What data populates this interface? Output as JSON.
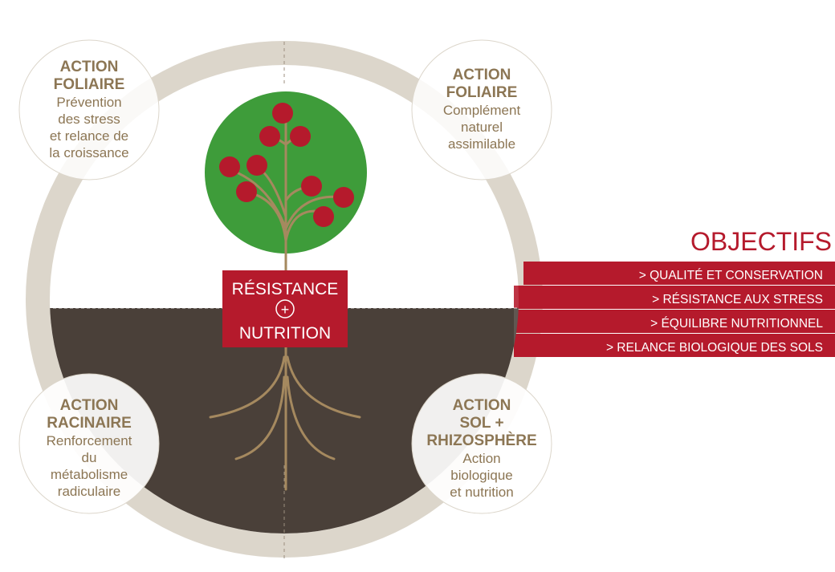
{
  "center_box": {
    "line1": "RÉSISTANCE",
    "plus": "+",
    "line2": "NUTRITION"
  },
  "actions": [
    {
      "title": [
        "ACTION",
        "FOLIAIRE"
      ],
      "desc": [
        "Prévention",
        "des stress",
        "et relance de",
        "la croissance"
      ]
    },
    {
      "title": [
        "ACTION",
        "FOLIAIRE"
      ],
      "desc": [
        "Complément",
        "naturel",
        "assimilable"
      ]
    },
    {
      "title": [
        "ACTION",
        "RACINAIRE"
      ],
      "desc": [
        "Renforcement",
        "du",
        "métabolisme",
        "radiculaire"
      ]
    },
    {
      "title": [
        "ACTION",
        "SOL +",
        "RHIZOSPHÈRE"
      ],
      "desc": [
        "Action",
        "biologique",
        "et nutrition"
      ]
    }
  ],
  "objectives": {
    "title": "OBJECTIFS",
    "items": [
      "> QUALITÉ ET CONSERVATION",
      "> RÉSISTANCE AUX STRESS",
      "> ÉQUILIBRE NUTRITIONNEL",
      "> RELANCE BIOLOGIQUE DES SOLS"
    ]
  },
  "colors": {
    "ring": "#dcd6cb",
    "soil": "#4a4039",
    "canopy": "#3e9c3a",
    "fruit": "#b51a2c",
    "accent_red": "#b51a2c",
    "brown_text": "#8c7654",
    "stem": "#a5895f"
  }
}
